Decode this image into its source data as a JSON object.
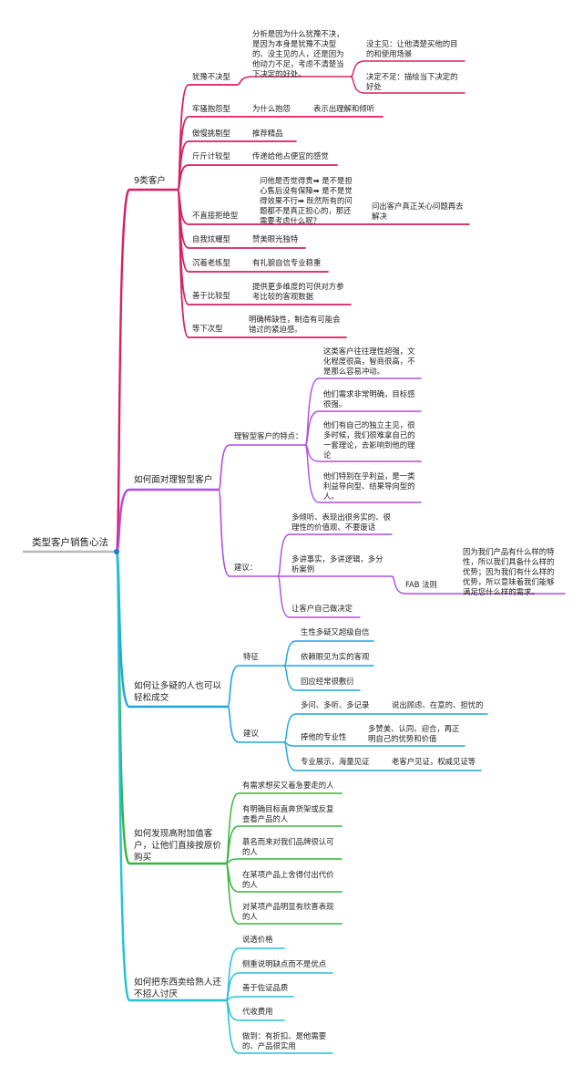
{
  "colors": {
    "root_line": "#b8b8b8",
    "dot": "#1e78d7",
    "pink": "#d81e63",
    "purple": "#b04be6",
    "blue": "#1ea6e0",
    "green": "#35b53c",
    "cyan": "#22c3d6"
  },
  "root": "类型客户销售心法",
  "branch1": {
    "title": "9类客户",
    "items": [
      {
        "label": "犹豫不决型",
        "detail": "分析是因为什么犹豫不决，是因为本身是犹豫不决型的、没主见的人，还是因为他动力不足，考虑不清楚当下决定的好处。",
        "sub": [
          "没主见：让他清楚买他的目的和使用场景",
          "决定不足：描绘当下决定的好处"
        ]
      },
      {
        "label": "牢骚抱怨型",
        "detail": "为什么抱怨",
        "extra": "表示出理解和倾听"
      },
      {
        "label": "傲慢挑剔型",
        "detail": "推荐精品"
      },
      {
        "label": "斤斤计较型",
        "detail": "传递给他占便宜的感觉"
      },
      {
        "label": "不直接拒绝型",
        "detail": "问他是否觉得贵➡ 是不是担心售后没有保障➡ 是不是觉得效果不行➡ 既然所有的问题都不是真正担心的，那还需要考虑什么呢？",
        "extra": "问出客户真正关心问题再去解决"
      },
      {
        "label": "自我炫耀型",
        "detail": "赞美眼光独特"
      },
      {
        "label": "沉着老练型",
        "detail": "有礼貌自信专业稳重"
      },
      {
        "label": "善于比较型",
        "detail": "提供更多维度的可供对方参考比较的客观数据"
      },
      {
        "label": "等下次型",
        "detail": "明确稀缺性，制造有可能会错过的紧迫感。"
      }
    ]
  },
  "branch2": {
    "title": "如何面对理智型客户",
    "traits_label": "理智型客户的特点：",
    "traits": [
      "这类客户往往理性超强，文化程度很高，智商很高，不是那么容易冲动。",
      "他们需求非常明确，目标感很强。",
      "他们有自己的独立主见，很多时候，我们很难拿自己的一套理论，去影响到他的理论",
      "他们特别在乎利益，是一类利益导向型、结果导向型的人。"
    ],
    "advice_label": "建议：",
    "advice": [
      "多倾听、表现出很务实的、很理性的价值观、不要废话",
      "多讲事实，多讲逻辑，多分析案例",
      "让客户自己做决定"
    ],
    "fab_label": "FAB 法则",
    "fab_detail": "因为我们产品有什么样的特性，所以我们具备什么样的优势；因为我们有什么样的优势，所以意味着我们能够满足您什么样的需求。"
  },
  "branch3": {
    "title": "如何让多疑的人也可以轻松成交",
    "traits_label": "特征",
    "traits": [
      "生性多疑又超级自信",
      "依赖眼见为实的客观",
      "回应经常很敷衍"
    ],
    "advice_label": "建议",
    "advice": [
      {
        "label": "多问、多听、多记录",
        "detail": "说出顾虑、在意的、担忧的"
      },
      {
        "label": "捧他的专业性",
        "detail": "多赞美、认同、迎合，再正明自己的优势和价值"
      },
      {
        "label": "专业展示，海量见证",
        "detail": "老客户见证，权威见证等"
      }
    ]
  },
  "branch4": {
    "title": "如何发现高附加值客户，让他们直接按原价购买",
    "items": [
      "有需求想买又着急要走的人",
      "有明确目标直奔货架或反复查看产品的人",
      "慕名而来对我们品牌很认可的人",
      "在某项产品上舍得付出代价的人",
      "对某项产品明显有欣喜表现的人"
    ]
  },
  "branch5": {
    "title": "如何把东西卖给熟人还不招人讨厌",
    "items": [
      "说透价格",
      "侧重说明缺点而不是优点",
      "善于佐证品质",
      "代收费用",
      "做到：有折扣、是他需要的、产品很实用"
    ]
  }
}
